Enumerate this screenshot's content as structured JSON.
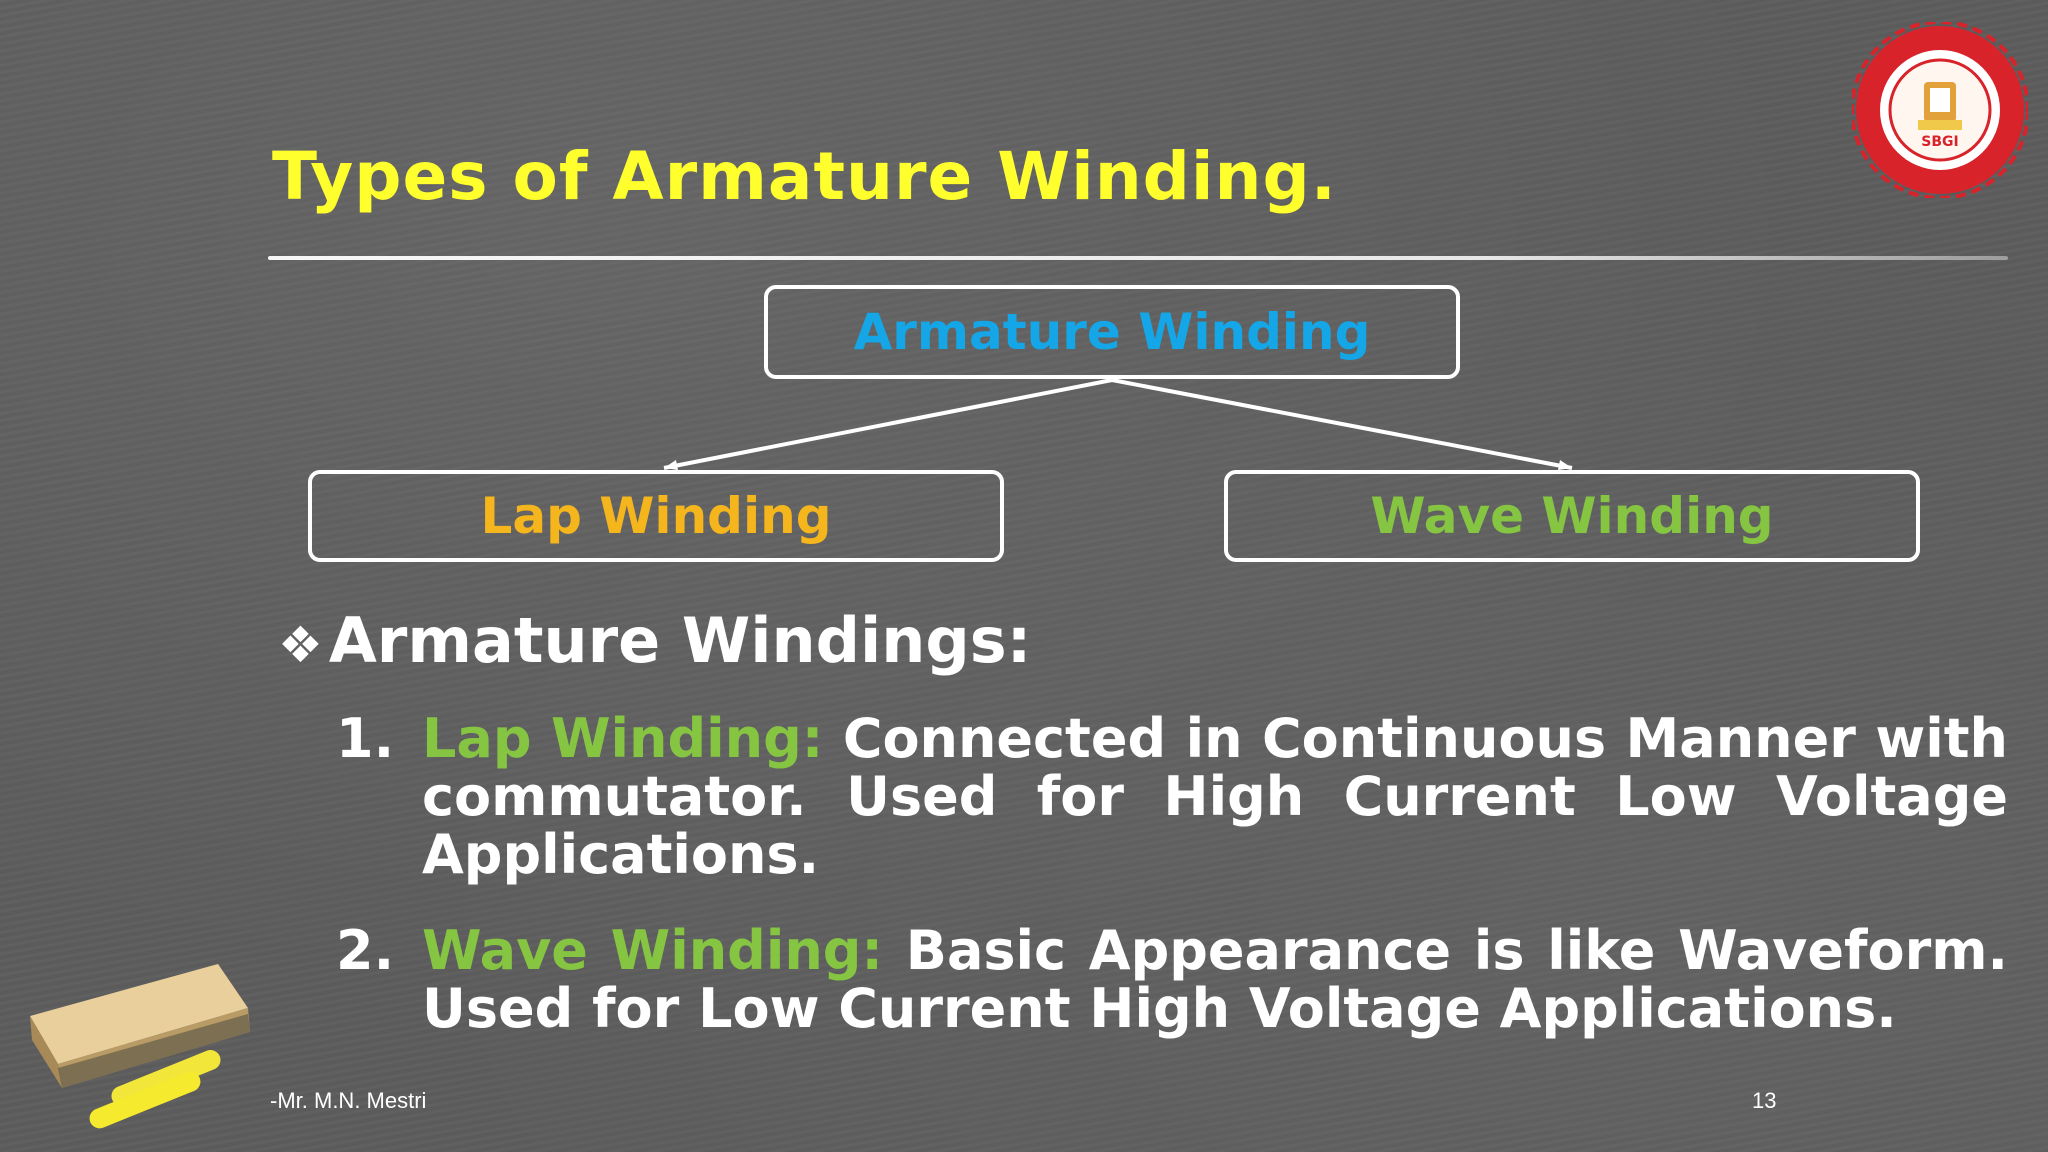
{
  "slide": {
    "title": "Types of Armature Winding.",
    "diagram": {
      "root": "Armature Winding",
      "children": [
        "Lap Winding",
        "Wave Winding"
      ]
    },
    "heading": "Armature Windings:",
    "heading_bullet": "❖",
    "items": [
      {
        "number": "1.",
        "term": "Lap Winding:",
        "text": "Connected in Continuous Manner with commutator. Used for High Current Low Voltage Applications."
      },
      {
        "number": "2.",
        "term": "Wave Winding:",
        "text": "Basic Appearance is like Waveform. Used for Low Current High Voltage Applications."
      }
    ],
    "footer_author": "-Mr. M.N. Mestri",
    "page_number": "13",
    "logo_text": "SBGI"
  },
  "colors": {
    "title": "#ffff2e",
    "root_box_text": "#14a6e6",
    "lap_box_text": "#f5b51c",
    "wave_box_text": "#86c542",
    "term_text": "#86c542",
    "logo_red": "#d8232a"
  },
  "icons": [
    "diamond-bullet-icon",
    "institute-logo-icon",
    "eraser-chalk-icon"
  ]
}
